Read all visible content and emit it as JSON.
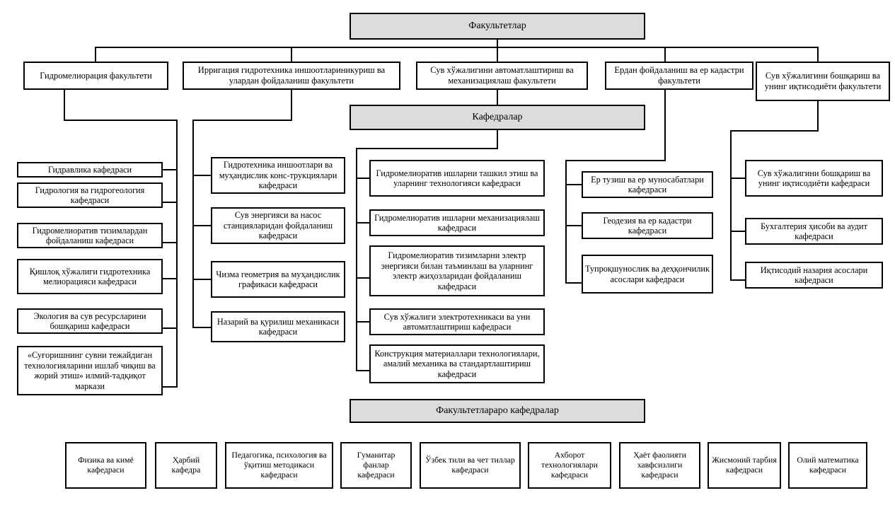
{
  "document": {
    "title": "Факультетлар",
    "language": "uz-Cyrl",
    "type": "organizational-chart"
  },
  "headers": {
    "faculties": "Факультетлар",
    "departments": "Кафедралар",
    "interfaculty": "Факультетлараро кафедралар"
  },
  "faculties": [
    {
      "id": "f1",
      "label": "Гидромелиорация факультети"
    },
    {
      "id": "f2",
      "label": "Ирригация гидротехника иншоотлариникуриш ва улардан фойдаланиш факультети"
    },
    {
      "id": "f3",
      "label": "Сув хўжалигини автоматлаштириш ва механизациялаш факультети"
    },
    {
      "id": "f4",
      "label": "Ердан фойдаланиш ва ер кадастри факультети"
    },
    {
      "id": "f5",
      "label": "Сув хўжалигини бошқариш ва унинг иқтисодиёти факультети"
    }
  ],
  "columns": [
    {
      "faculty": "f1",
      "departments": [
        "Гидравлика кафедраси",
        "Гидрология ва гидрогеология кафедраси",
        "Гидромелиоратив тизимлардан фойдаланиш кафедраси",
        "Қишлоқ хўжалиги гидротехника мелиорацияси кафедраси",
        "Экология ва сув ресурсларини бошқариш кафедраси",
        "«Суғоришнинг сувни тежайдиган технологияларини ишлаб чиқиш ва жорий этиш» илмий-тадқиқот маркази"
      ]
    },
    {
      "faculty": "f2",
      "departments": [
        "Гидротехника иншоотлари ва муҳандислик конс-трукциялари кафедраси",
        "Сув энергияси ва насос станцияларидан фойдаланиш кафедраси",
        "Чизма геометрия ва муҳандислик графикаси кафедраси",
        "Назарий ва қурилиш механикаси кафедраси"
      ]
    },
    {
      "faculty": "f3",
      "departments": [
        "Гидромелиоратив ишларни ташкил этиш ва уларнинг технологияси кафедраси",
        "Гидромелиоратив ишларни механизациялаш кафедраси",
        "Гидромелиоратив тизимларни электр энергияси билан таъминлаш ва уларнинг электр жиҳозларидан фойдаланиш кафедраси",
        "Сув хўжалиги электротехникаси ва уни автоматлаштириш кафедраси",
        "Конструкция материаллари технологиялари, амалий механика  ва стандартлаштириш кафедраси"
      ]
    },
    {
      "faculty": "f4",
      "departments": [
        "Ер тузиш ва ер муносабатлари кафедраси",
        "Геодезия ва ер кадастри кафедраси",
        "Тупроқшунослик ва деҳқончилик асослари кафедраси"
      ]
    },
    {
      "faculty": "f5",
      "departments": [
        "Сув хўжалигини бошқариш ва унинг иқтисодиёти кафедраси",
        "Бухгалтерия ҳисоби ва аудит кафедраси",
        "Иқтисодий назария асослари кафедраси"
      ]
    }
  ],
  "interfaculty_departments": [
    "Физика ва кимё кафедраси",
    "Ҳарбий кафедра",
    "Педагогика, психология ва ўқитиш методикаси кафедраси",
    "Гуманитар фанлар кафедраси",
    "Ўзбек тили ва чет тиллар кафедраси",
    "Ахборот технологиялари кафедраси",
    "Ҳаёт фаолияти хавфсизлиги кафедраси",
    "Жисмоний тарбия кафедраси",
    "Олий математика кафедраси"
  ],
  "colors": {
    "header_fill": "#dcdcdc",
    "box_fill": "#ffffff",
    "stroke": "#000000",
    "text": "#000000"
  }
}
